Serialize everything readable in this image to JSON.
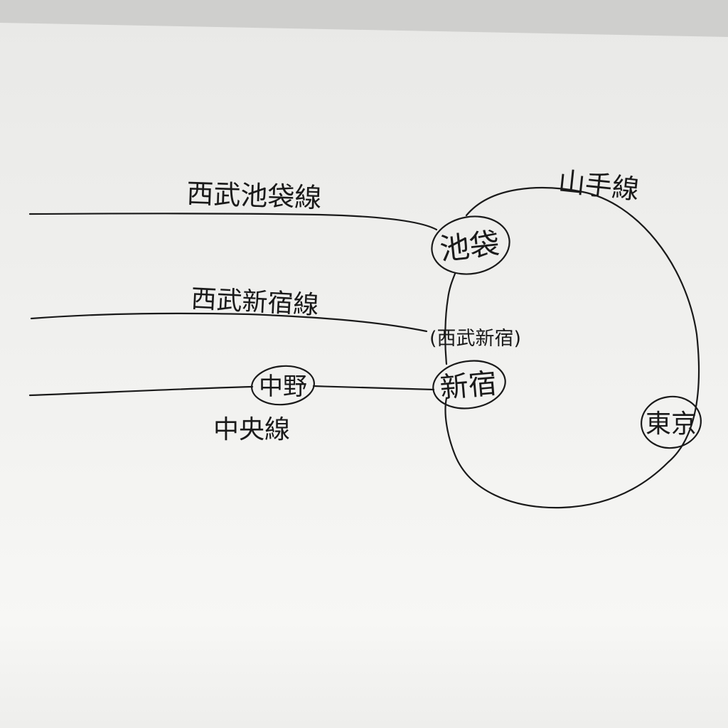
{
  "diagram": {
    "lines": {
      "seibu_ikebukuro": "西武池袋線",
      "seibu_shinjuku": "西武新宿線",
      "chuo": "中央線",
      "yamanote": "山手線"
    },
    "stations": {
      "ikebukuro": "池袋",
      "seibu_shinjuku": "(西武新宿)",
      "shinjuku": "新宿",
      "nakano": "中野",
      "tokyo": "東京"
    },
    "colors": {
      "ink": "#1a1a1a",
      "paper": "#f4f4f2",
      "background": "#cfcfcd"
    }
  }
}
